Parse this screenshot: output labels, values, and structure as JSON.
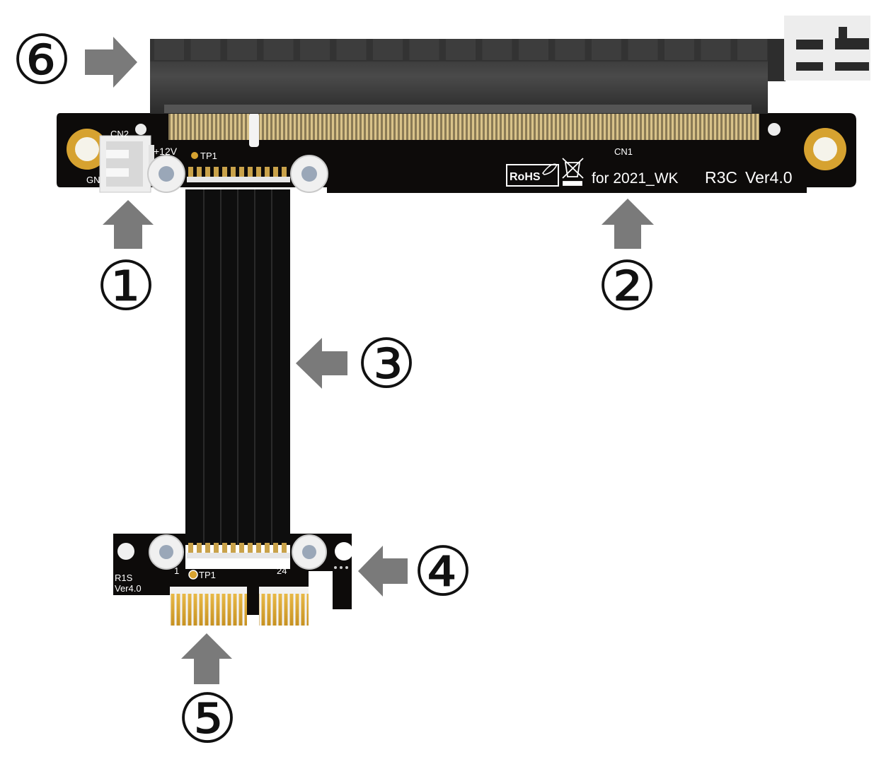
{
  "callouts": [
    "⑥",
    "①",
    "②",
    "③",
    "④",
    "⑤"
  ],
  "main_board": {
    "connector_label": "CN1",
    "power_connector_label": "CN2",
    "voltage_label": "+12V",
    "ground_label": "GN",
    "test_point_label": "TP1",
    "rohs_label": "RoHS",
    "tagline": "for 2021_WK",
    "model": "R3C",
    "version": "Ver4.0"
  },
  "small_board": {
    "model": "R1S",
    "version": "Ver4.0",
    "test_point_label": "TP1",
    "pin_first": "1",
    "pin_last": "24"
  },
  "colors": {
    "pcb": "#0d0b0a",
    "slot": "#3a3a3a",
    "cable": "#111111",
    "arrow": "#7a7a7a",
    "gold": "#d6a230",
    "silkscreen": "#ffffff"
  }
}
